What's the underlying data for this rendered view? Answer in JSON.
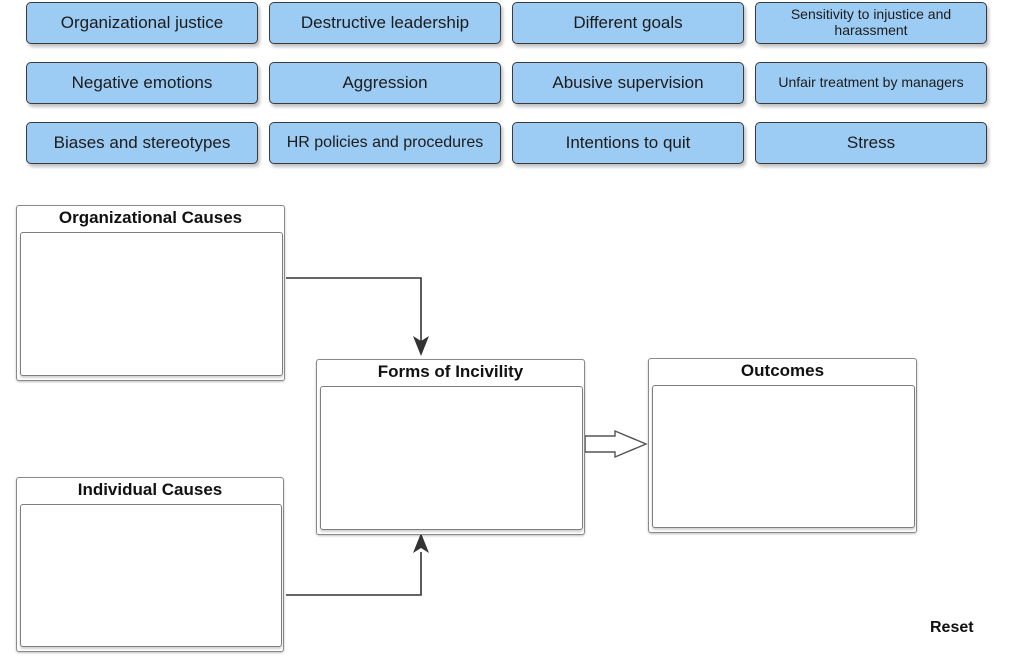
{
  "chips": [
    {
      "label": "Organizational justice"
    },
    {
      "label": "Destructive leadership"
    },
    {
      "label": "Different goals"
    },
    {
      "label": "Sensitivity to injustice and harassment"
    },
    {
      "label": "Negative emotions"
    },
    {
      "label": "Aggression"
    },
    {
      "label": "Abusive supervision"
    },
    {
      "label": "Unfair treatment by managers"
    },
    {
      "label": "Biases and stereotypes"
    },
    {
      "label": "HR policies and procedures"
    },
    {
      "label": "Intentions to quit"
    },
    {
      "label": "Stress"
    }
  ],
  "panels": {
    "organizational_causes": "Organizational Causes",
    "individual_causes": "Individual Causes",
    "forms_of_incivility": "Forms of Incivility",
    "outcomes": "Outcomes"
  },
  "controls": {
    "reset": "Reset"
  },
  "colors": {
    "chip_fill": "#9ccbf3",
    "arrow": "#333333"
  }
}
